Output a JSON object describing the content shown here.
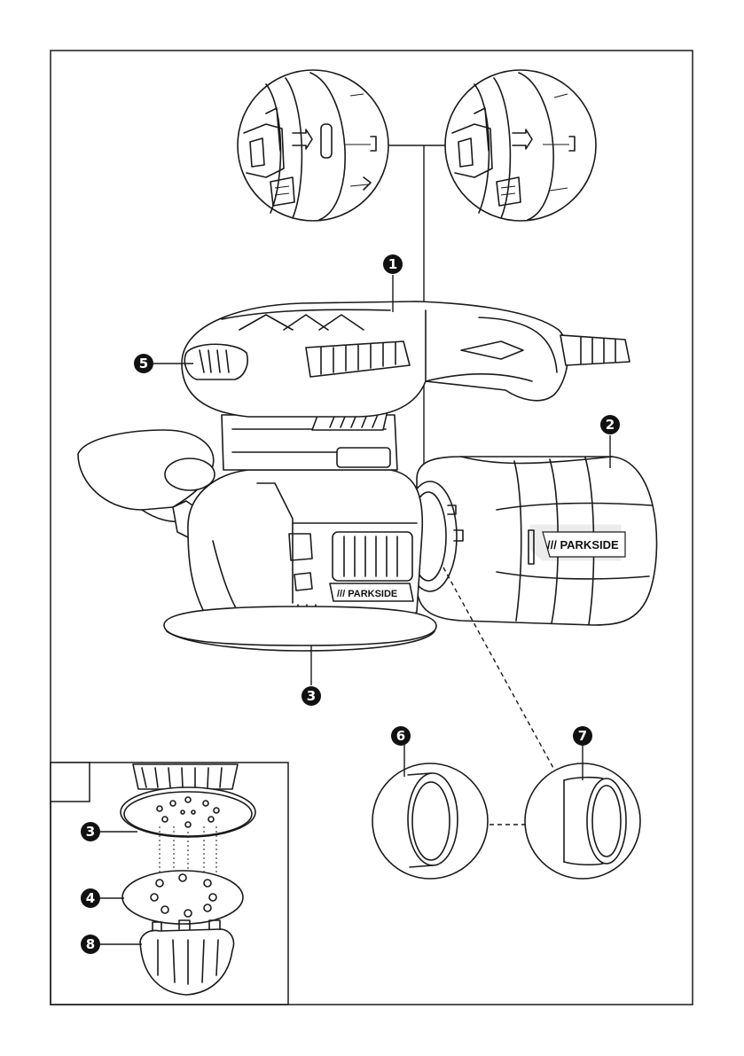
{
  "figure": {
    "brand_label_body": "/// PARKSIDE",
    "brand_label_base": "/// PARKSIDE",
    "callouts": [
      {
        "id": "1",
        "label": "1"
      },
      {
        "id": "2",
        "label": "2"
      },
      {
        "id": "3",
        "label": "3"
      },
      {
        "id": "5",
        "label": "5"
      },
      {
        "id": "6",
        "label": "6"
      },
      {
        "id": "7",
        "label": "7"
      }
    ],
    "inset": {
      "panel_label": "",
      "callouts": [
        {
          "id": "3",
          "label": "3"
        },
        {
          "id": "4",
          "label": "4"
        },
        {
          "id": "8",
          "label": "8"
        }
      ]
    }
  },
  "colors": {
    "line": "#1a1a1a",
    "callout_fill": "#111111",
    "background": "#ffffff"
  }
}
